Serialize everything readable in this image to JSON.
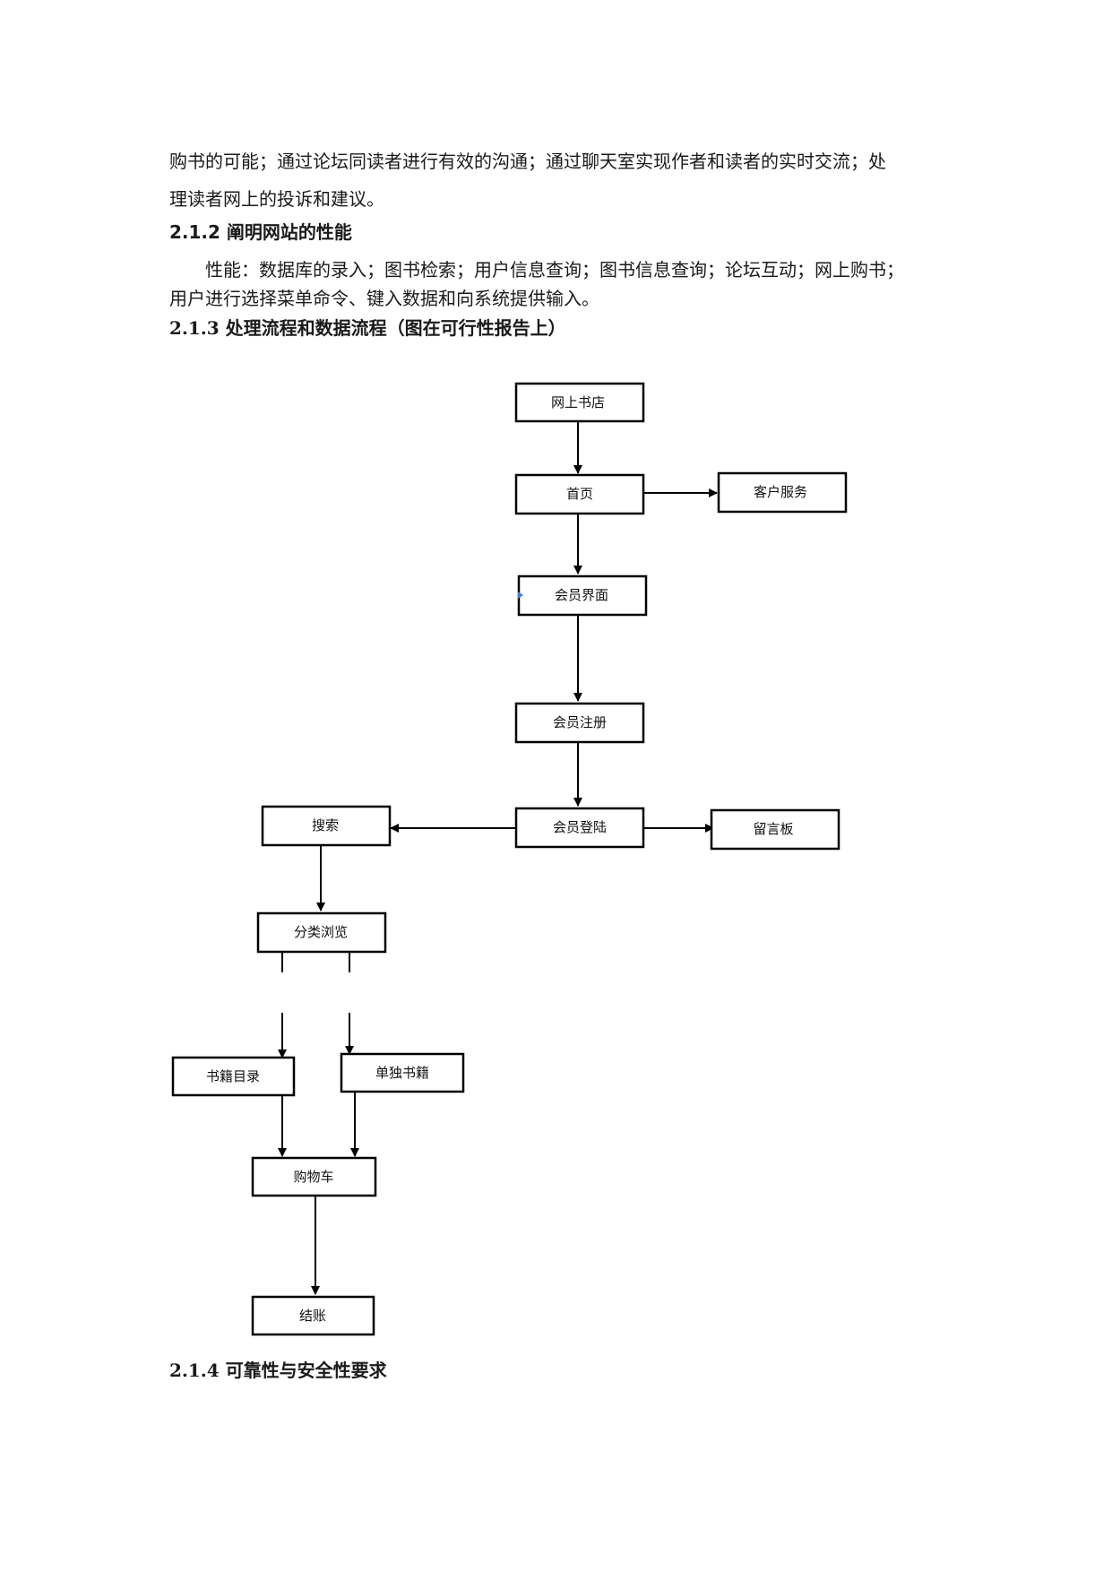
{
  "intro_paragraph": {
    "line1": "购书的可能；通过论坛同读者进行有效的沟通；通过聊天室实现作者和读者的实时交流；处",
    "line2": "理读者网上的投诉和建议。"
  },
  "section_212": {
    "heading": "2.1.2 阐明网站的性能",
    "line1": "性能：数据库的录入；图书检索；用户信息查询；图书信息查询；论坛互动；网上购书；",
    "line2": "用户进行选择菜单命令、键入数据和向系统提供输入。"
  },
  "section_213": {
    "heading": "2.1.3 处理流程和数据流程（图在可行性报告上）"
  },
  "flowchart": {
    "nodes": {
      "online_bookstore": "网上书店",
      "home": "首页",
      "customer_service": "客户服务",
      "member_interface": "会员界面",
      "member_register": "会员注册",
      "member_login": "会员登陆",
      "message_board": "留言板",
      "search": "搜索",
      "category_browse": "分类浏览",
      "book_catalog": "书籍目录",
      "single_book": "单独书籍",
      "shopping_cart": "购物车",
      "checkout": "结账"
    }
  },
  "section_214": {
    "heading": "2.1.4 可靠性与安全性要求"
  }
}
